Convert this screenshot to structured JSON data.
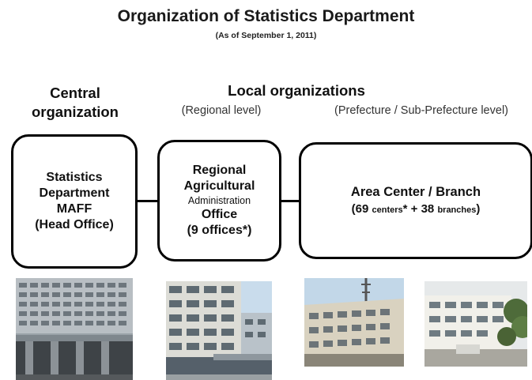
{
  "title": "Organization of Statistics Department",
  "subtitle": "(As of September 1, 2011)",
  "headers": {
    "central": "Central organization",
    "local": "Local organizations",
    "regional_level": "(Regional level)",
    "prefecture_level": "(Prefecture / Sub-Prefecture level)"
  },
  "boxes": {
    "central": {
      "line1": "Statistics",
      "line2": "Department",
      "line3": "MAFF",
      "line4": "(Head Office)"
    },
    "regional": {
      "line1": "Regional",
      "line2": "Agricultural",
      "line3": "Administration",
      "line4": "Office",
      "line5": "(9 offices*)"
    },
    "area": {
      "line1": "Area Center / Branch",
      "count_open": "(69 ",
      "centers_word": "centers",
      "count_mid": "* + 38 ",
      "branches_word": "branches",
      "count_close": ")"
    }
  },
  "photos": [
    "building-photo-head-office",
    "building-photo-regional-office",
    "building-photo-area-center",
    "building-photo-branch"
  ]
}
